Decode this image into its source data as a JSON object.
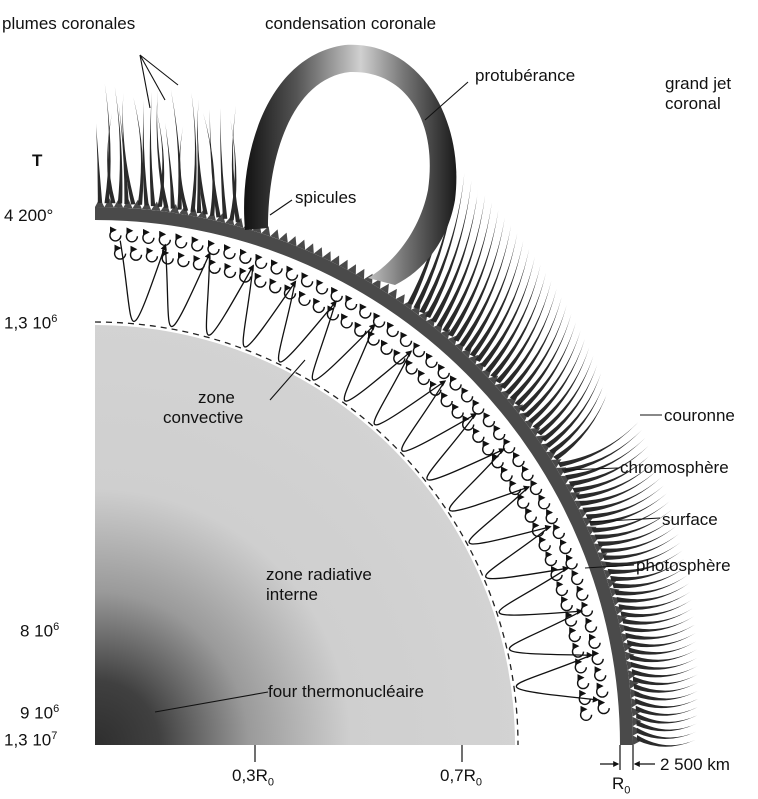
{
  "labels": {
    "plumes": "plumes coronales",
    "condensation": "condensation coronale",
    "protuberance": "protubérance",
    "grand_jet_1": "grand jet",
    "grand_jet_2": "coronal",
    "spicules": "spicules",
    "zone_convective_1": "zone",
    "zone_convective_2": "convective",
    "couronne": "couronne",
    "chromosphere": "chromosphère",
    "surface": "surface",
    "photosphere": "photosphère",
    "zone_radiative_1": "zone radiative",
    "zone_radiative_2": "interne",
    "four": "four thermonucléaire"
  },
  "temperature_axis": {
    "title": "T",
    "t1": "4 200°",
    "t2_base": "1,3 10",
    "t2_exp": "6",
    "t3_base": "8 10",
    "t3_exp": "6",
    "t4_base": "9 10",
    "t4_exp": "6",
    "t5_base": "1,3 10",
    "t5_exp": "7"
  },
  "radius_axis": {
    "r1_base": "0,3R",
    "r1_sub": "0",
    "r2_base": "0,7R",
    "r2_sub": "0",
    "r3_base": "R",
    "r3_sub": "0",
    "thickness": "2 500 km"
  },
  "colors": {
    "sun_gray": "#d3d3d3",
    "core": "#3a3a3a",
    "rim": "#4a4a4a",
    "ink": "#111111"
  }
}
